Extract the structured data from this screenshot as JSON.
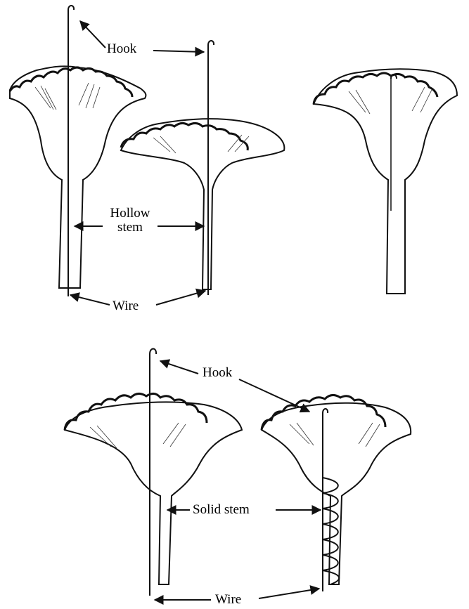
{
  "labels": {
    "hook_top": "Hook",
    "hollow_stem_line1": "Hollow",
    "hollow_stem_line2": "stem",
    "wire_top": "Wire",
    "hook_bottom": "Hook",
    "solid_stem": "Solid stem",
    "wire_bottom": "Wire"
  },
  "colors": {
    "ink": "#111111",
    "background": "#ffffff"
  }
}
